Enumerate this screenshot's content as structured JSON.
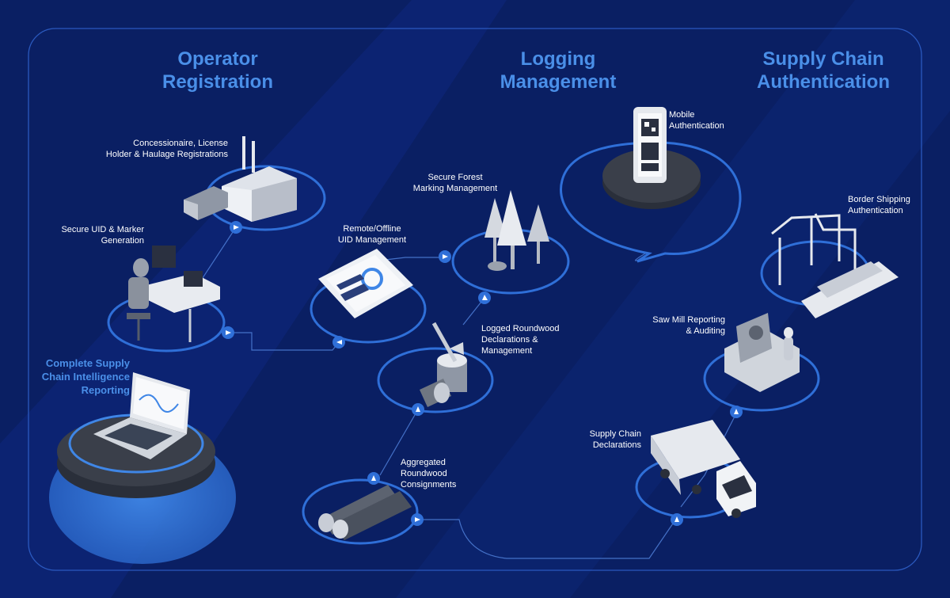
{
  "sections": {
    "operator_registration": [
      "Operator",
      "Registration"
    ],
    "logging_management": [
      "Logging",
      "Management"
    ],
    "supply_chain_authentication": [
      "Supply Chain",
      "Authentication"
    ]
  },
  "labels": {
    "concessionaire": [
      "Concessionaire, License",
      "Holder & Haulage Registrations"
    ],
    "secure_uid": [
      "Secure UID & Marker",
      "Generation"
    ],
    "complete_supply_chain": [
      "Complete Supply",
      "Chain Intelligence",
      "Reporting"
    ],
    "remote_offline": [
      "Remote/Offline",
      "UID Management"
    ],
    "secure_forest": [
      "Secure Forest",
      "Marking Management"
    ],
    "logged_roundwood": [
      "Logged Roundwood",
      "Declarations &",
      "Management"
    ],
    "aggregated": [
      "Aggregated",
      "Roundwood",
      "Consignments"
    ],
    "mobile_auth": [
      "Mobile",
      "Authentication"
    ],
    "border_shipping": [
      "Border Shipping",
      "Authentication"
    ],
    "saw_mill": [
      "Saw Mill Reporting",
      "& Auditing"
    ],
    "supply_chain_decl": [
      "Supply Chain",
      "Declarations"
    ]
  },
  "colors": {
    "background": "#0a1f63",
    "panel": "#0c2270",
    "diagonal_band": "#0e2a80",
    "accent_blue": "#3f86e6",
    "title_blue": "#4a8fe8",
    "ring_blue": "#2f6fd8",
    "label_white": "#ffffff"
  },
  "icons": [
    "factory-truck-icon",
    "workstation-icon",
    "laptop-report-icon",
    "tablet-dashboard-icon",
    "forest-trees-icon",
    "stump-axe-icon",
    "log-pile-icon",
    "mobile-qr-icon",
    "port-cranes-ship-icon",
    "saw-mill-icon",
    "log-truck-icon",
    "arrow-badge-icon"
  ]
}
